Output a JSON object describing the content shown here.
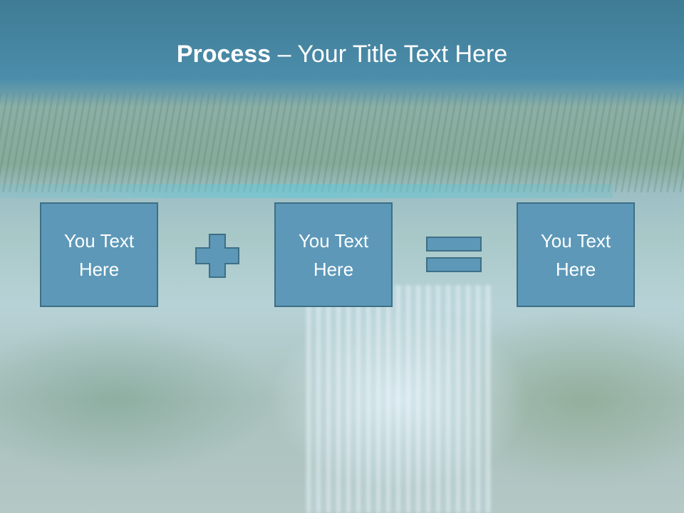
{
  "slide": {
    "title_bold": "Process",
    "title_rest": " – Your Title Text Here"
  },
  "boxes": [
    {
      "text": "You Text\nHere"
    },
    {
      "text": "You Text\nHere"
    },
    {
      "text": "You Text\nHere"
    }
  ],
  "operators": [
    "plus-icon",
    "equals-icon"
  ],
  "colors": {
    "title_band": "#4b8dab",
    "box_fill": "#5d98b8",
    "box_border": "#3e6f86",
    "text": "#ffffff"
  }
}
